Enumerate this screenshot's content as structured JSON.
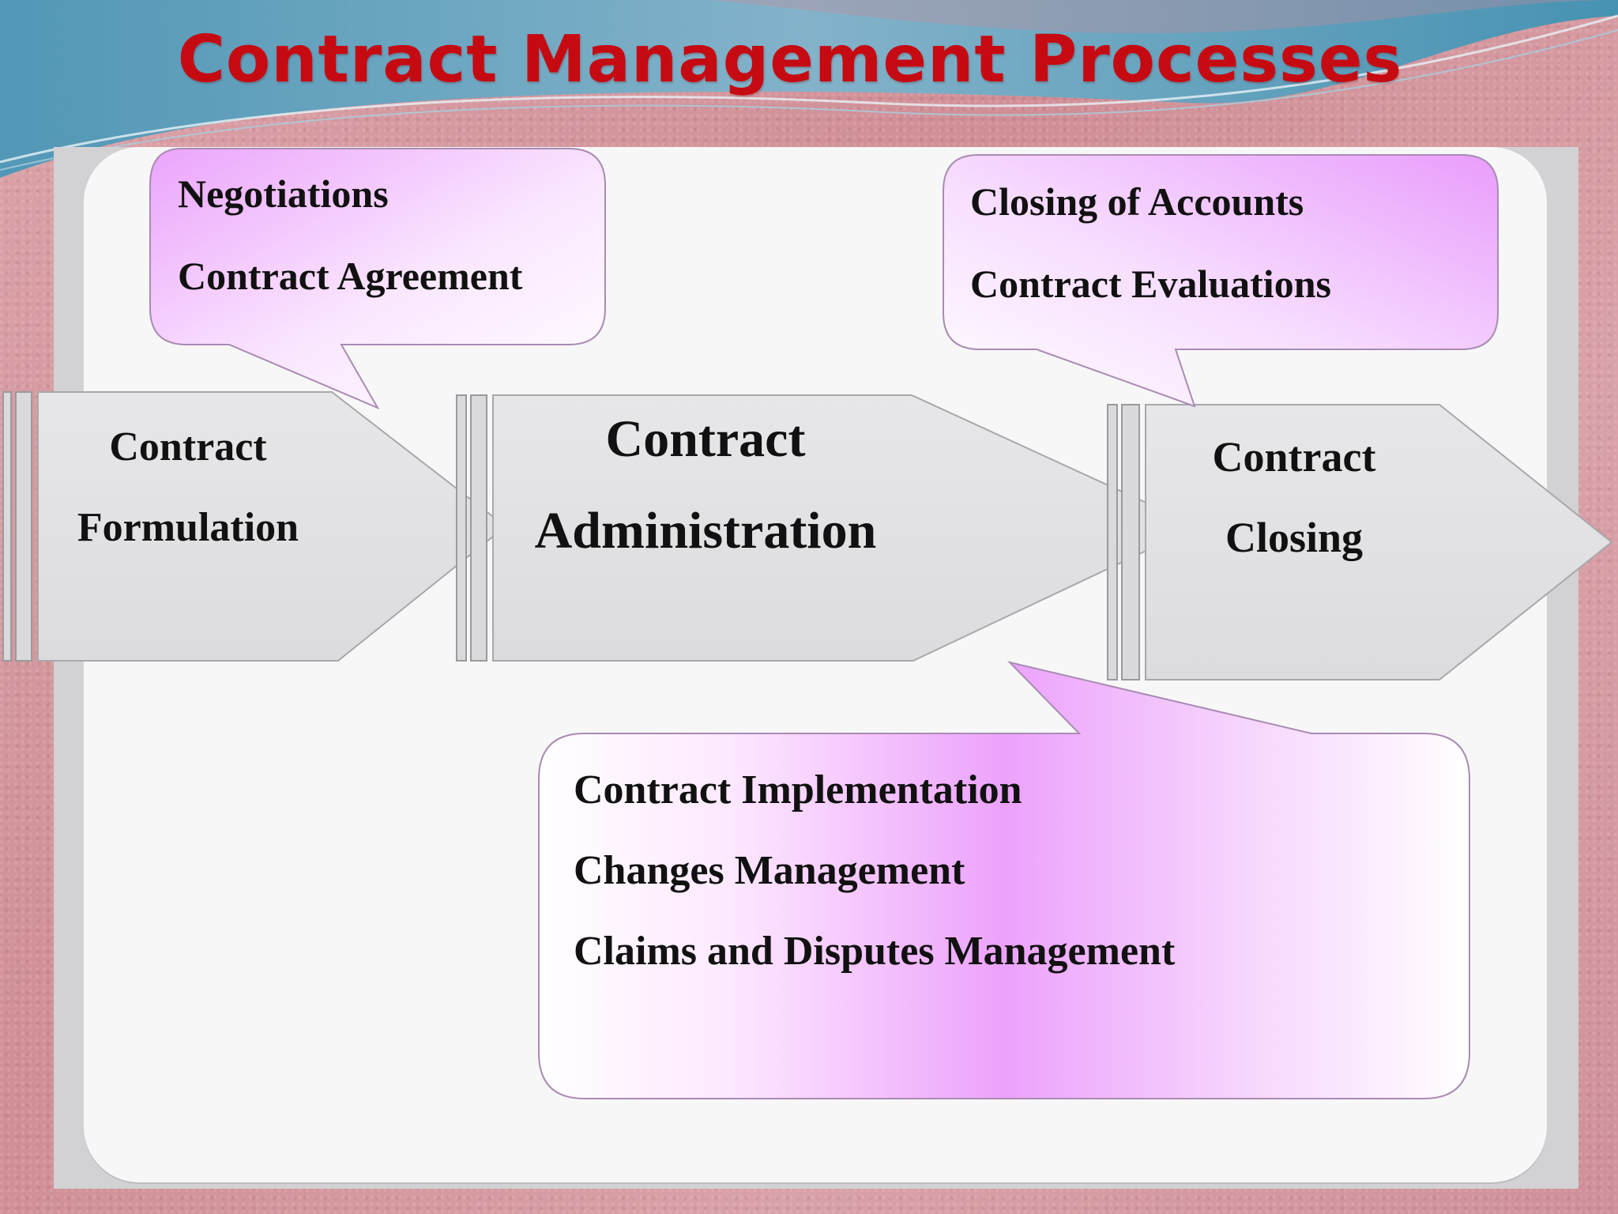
{
  "title": "Contract Management Processes",
  "stages": [
    {
      "line1": "Contract",
      "line2": "Formulation"
    },
    {
      "line1": "Contract",
      "line2": "Administration"
    },
    {
      "line1": "Contract",
      "line2": "Closing"
    }
  ],
  "callouts": {
    "formulation": [
      "Negotiations",
      "Contract Agreement"
    ],
    "closing": [
      "Closing of Accounts",
      "Contract Evaluations"
    ],
    "administration": [
      "Contract Implementation",
      "Changes Management",
      "Claims and Disputes Management"
    ]
  },
  "colors": {
    "title": "#c60a12",
    "callout_pink": "#eba4fb",
    "arrow_gray": "#e3e3e5"
  }
}
